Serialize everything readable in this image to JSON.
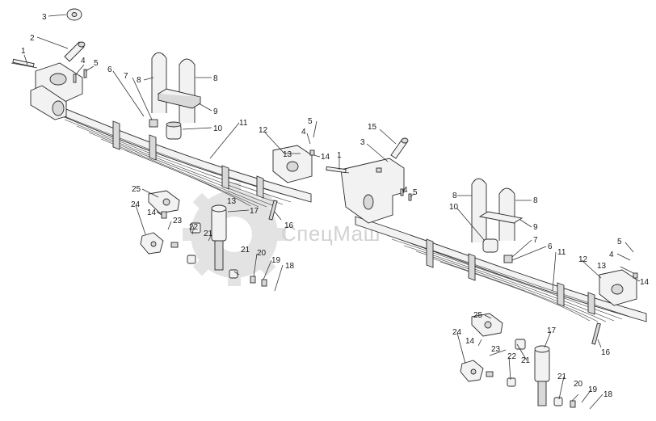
{
  "watermark": {
    "text": "СпецМаш"
  },
  "left_assembly": {
    "callouts": [
      {
        "id": "c1",
        "label": "1"
      },
      {
        "id": "c2",
        "label": "2"
      },
      {
        "id": "c3",
        "label": "3"
      },
      {
        "id": "c4",
        "label": "4"
      },
      {
        "id": "c5",
        "label": "5"
      },
      {
        "id": "c6",
        "label": "6"
      },
      {
        "id": "c7",
        "label": "7"
      },
      {
        "id": "c8a",
        "label": "8"
      },
      {
        "id": "c8b",
        "label": "8"
      },
      {
        "id": "c9",
        "label": "9"
      },
      {
        "id": "c10",
        "label": "10"
      },
      {
        "id": "c11",
        "label": "11"
      },
      {
        "id": "c12",
        "label": "12"
      },
      {
        "id": "c13",
        "label": "13"
      },
      {
        "id": "c4b",
        "label": "4"
      },
      {
        "id": "c5b",
        "label": "5"
      },
      {
        "id": "c14",
        "label": "14"
      },
      {
        "id": "c16",
        "label": "16"
      },
      {
        "id": "c25",
        "label": "25"
      },
      {
        "id": "c24",
        "label": "24"
      },
      {
        "id": "c14b",
        "label": "14"
      },
      {
        "id": "c23",
        "label": "23"
      },
      {
        "id": "c22",
        "label": "22"
      },
      {
        "id": "c21a",
        "label": "21"
      },
      {
        "id": "c13b",
        "label": "13"
      },
      {
        "id": "c17",
        "label": "17"
      },
      {
        "id": "c21b",
        "label": "21"
      },
      {
        "id": "c20",
        "label": "20"
      },
      {
        "id": "c19",
        "label": "19"
      },
      {
        "id": "c18",
        "label": "18"
      }
    ]
  },
  "right_assembly": {
    "callouts": [
      {
        "id": "r15",
        "label": "15"
      },
      {
        "id": "r3",
        "label": "3"
      },
      {
        "id": "r1",
        "label": "1"
      },
      {
        "id": "r4",
        "label": "4"
      },
      {
        "id": "r5",
        "label": "5"
      },
      {
        "id": "r8a",
        "label": "8"
      },
      {
        "id": "r8b",
        "label": "8"
      },
      {
        "id": "r10",
        "label": "10"
      },
      {
        "id": "r9",
        "label": "9"
      },
      {
        "id": "r7",
        "label": "7"
      },
      {
        "id": "r6",
        "label": "6"
      },
      {
        "id": "r11",
        "label": "11"
      },
      {
        "id": "r12",
        "label": "12"
      },
      {
        "id": "r5b",
        "label": "5"
      },
      {
        "id": "r4b",
        "label": "4"
      },
      {
        "id": "r13",
        "label": "13"
      },
      {
        "id": "r14",
        "label": "14"
      },
      {
        "id": "r25",
        "label": "25"
      },
      {
        "id": "r24",
        "label": "24"
      },
      {
        "id": "r14b",
        "label": "14"
      },
      {
        "id": "r23",
        "label": "23"
      },
      {
        "id": "r22",
        "label": "22"
      },
      {
        "id": "r17",
        "label": "17"
      },
      {
        "id": "r16",
        "label": "16"
      },
      {
        "id": "r21a",
        "label": "21"
      },
      {
        "id": "r21b",
        "label": "21"
      },
      {
        "id": "r20",
        "label": "20"
      },
      {
        "id": "r19",
        "label": "19"
      },
      {
        "id": "r18",
        "label": "18"
      }
    ]
  }
}
